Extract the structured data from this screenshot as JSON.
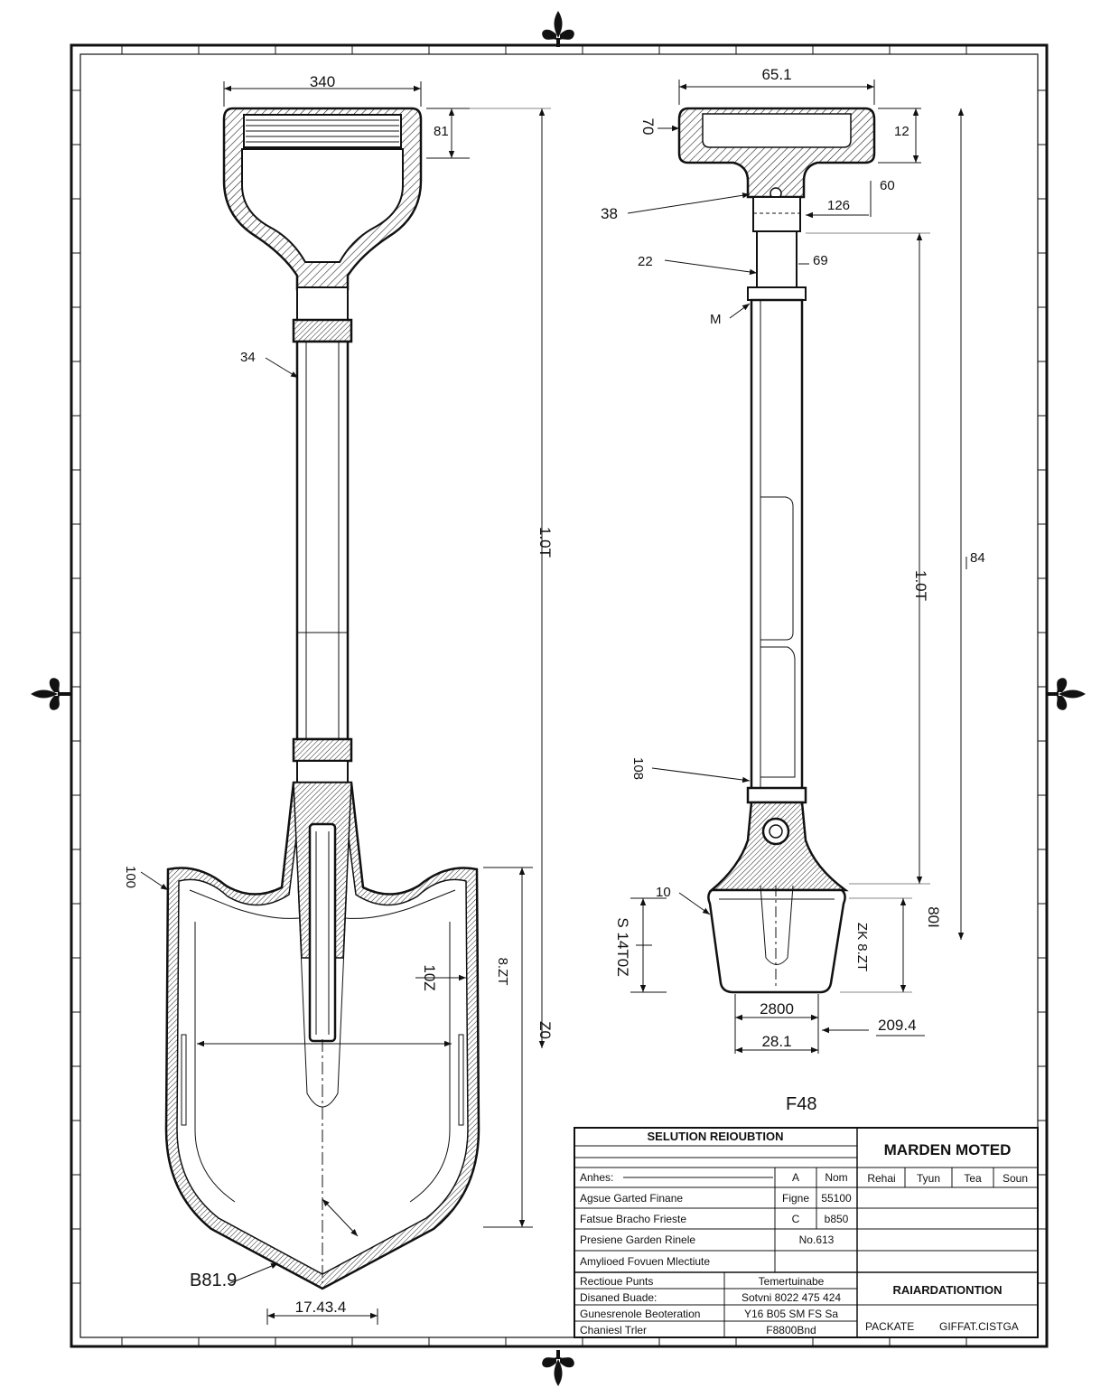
{
  "front_view": {
    "dim_grip_width": "340",
    "dim_grip_height": "81",
    "dim_shaft_callout": "34",
    "dim_overall_length": "1.0T",
    "dim_blade_left": "100",
    "dim_socket": "10Z",
    "dim_blade_inner": "8.ZT",
    "dim_blade_height": "Z0",
    "dim_tip_radius": "B81.9",
    "dim_blade_width": "17.43.4"
  },
  "side_view": {
    "dim_grip_width": "65.1",
    "dim_grip_height": "12",
    "dim_grip_left": "70",
    "dim_neck_callout": "38",
    "dim_collar_a": "60",
    "dim_collar_b": "126",
    "dim_shaft_callout": "22",
    "dim_shaft_right": "69",
    "dim_ring_callout": "M",
    "dim_shaft_length_a": "1.0T",
    "dim_shaft_length_b": "84",
    "dim_ferrule_callout": "108",
    "dim_blade_callout": "10",
    "dim_blade_left_v": "S 14T0Z",
    "dim_blade_right_v": "ZK 8.ZT",
    "dim_right_total": "80I",
    "dim_bottom_a": "2800",
    "dim_bottom_b": "28.1",
    "dim_bottom_c": "209.4",
    "section_label": "F48"
  },
  "title_block": {
    "header": "SELUTION REIOUBTION",
    "title": "MARDEN MOTED",
    "rows": [
      {
        "label": "Anhes:",
        "c1": "A",
        "c2": "Nom"
      },
      {
        "label": "Agsue Garted Finane",
        "c1": "Figne",
        "c2": "55100"
      },
      {
        "label": "Fatsue Bracho Frieste",
        "c1": "C",
        "c2": "b850"
      },
      {
        "label": "Presiene Garden Rinele",
        "c1": "",
        "c2": "No.613"
      },
      {
        "label": "Amylioed Fovuen Mlectiute",
        "c1": "",
        "c2": ""
      }
    ],
    "right_cols": [
      "Rehai",
      "Tyun",
      "Tea",
      "Soun"
    ],
    "lower_rows": [
      {
        "label": "Rectioue Punts",
        "value": "Temertuinabe"
      },
      {
        "label": "Disaned Buade:",
        "value": "Sotvni 8022 475 424"
      },
      {
        "label": "Gunesrenole Beoteration",
        "value": "Y16   B05  SM  FS    Sa"
      },
      {
        "label": "Chaniesl Trler",
        "value": "F8800Bnd"
      }
    ],
    "lower_title": "RAIARDATIONTION",
    "footer_left": "PACKATE",
    "footer_right": "GIFFAT.CISTGA"
  }
}
